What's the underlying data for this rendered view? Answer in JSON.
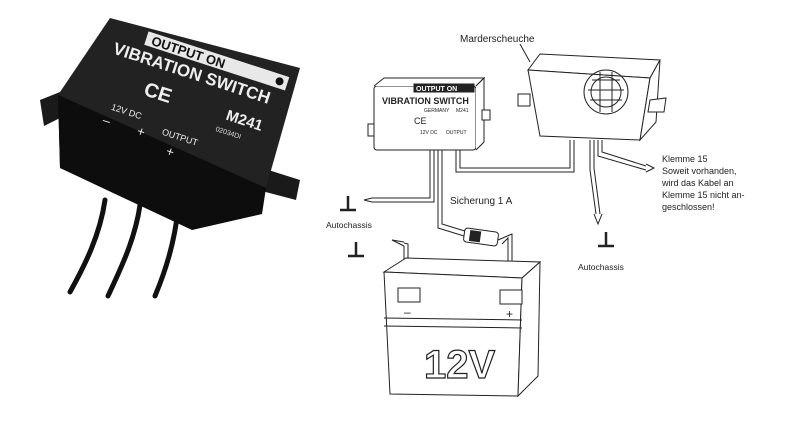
{
  "photo": {
    "label_output_on": "OUTPUT   ON",
    "label_vibration": "VIBRATION SWITCH",
    "label_model": "M241",
    "label_12vdc": "12V DC",
    "label_output": "OUTPUT",
    "label_minus": "–",
    "label_plus": "+",
    "label_ce": "CE",
    "label_code": "02034DI"
  },
  "diagram": {
    "marderscheuche": "Marderscheuche",
    "module_output_on": "OUTPUT  ON",
    "module_title": "VIBRATION SWITCH",
    "module_germany": "GERMANY",
    "module_model": "M241",
    "module_12vdc": "12V DC",
    "module_output": "OUTPUT",
    "module_ce": "CE",
    "sicherung": "Sicherung 1 A",
    "autochassis_left": "Autochassis",
    "autochassis_right": "Autochassis",
    "klemme_lines": [
      "Klemme 15",
      "Soweit      vorhanden,",
      "wird das Kabel an",
      "Klemme 15 nicht an-",
      "geschlossen!"
    ],
    "battery_label": "12V",
    "battery_minus": "–",
    "battery_plus": "+"
  }
}
